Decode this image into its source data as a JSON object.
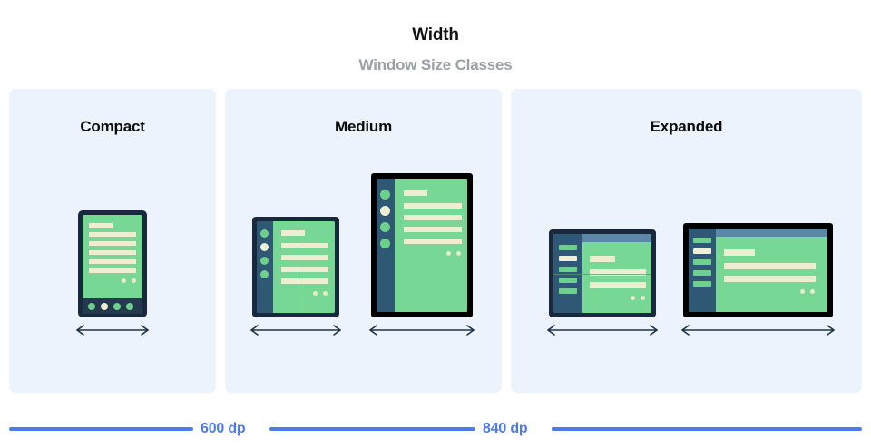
{
  "header": {
    "title": "Width",
    "subtitle": "Window Size Classes"
  },
  "panels": [
    {
      "id": "compact",
      "title": "Compact"
    },
    {
      "id": "medium",
      "title": "Medium"
    },
    {
      "id": "expanded",
      "title": "Expanded"
    }
  ],
  "devices": [
    {
      "name": "phone-portrait",
      "panel": "compact",
      "arrow": "width-arrow"
    },
    {
      "name": "foldable-unfolded",
      "panel": "medium",
      "arrow": "width-arrow"
    },
    {
      "name": "tablet-portrait",
      "panel": "medium",
      "arrow": "width-arrow"
    },
    {
      "name": "foldable-landscape",
      "panel": "expanded",
      "arrow": "width-arrow"
    },
    {
      "name": "tablet-landscape",
      "panel": "expanded",
      "arrow": "width-arrow"
    }
  ],
  "measure": {
    "breakpoints": [
      {
        "label": "600 dp",
        "value": 600
      },
      {
        "label": "840 dp",
        "value": 840
      }
    ]
  },
  "colors": {
    "page_background": "#ffffff",
    "panel_background": "#edf3fc",
    "title_text": "#121212",
    "subtitle_text": "#9aa0a6",
    "accent_blue": "#4d7cea",
    "device_frame_dark": "#18293d",
    "device_frame_black": "#000000",
    "screen_green": "#76d894",
    "nav_rail": "#2e5873",
    "app_bar": "#5d87a6",
    "content_line": "#edeed1",
    "selected_item": "#f0efd4",
    "arrow": "#1c3247"
  }
}
